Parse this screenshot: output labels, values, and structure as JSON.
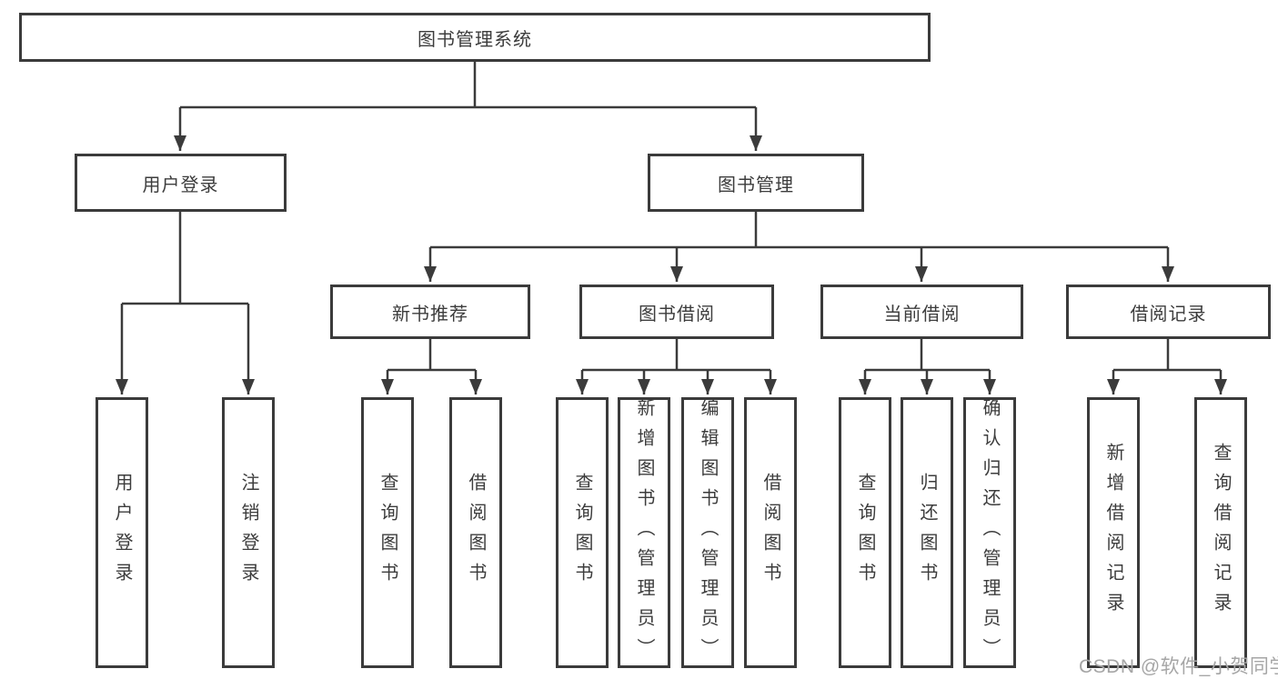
{
  "root": {
    "label": "图书管理系统"
  },
  "level2": {
    "user_login": "用户登录",
    "book_management": "图书管理"
  },
  "level3": {
    "new_book_recommend": "新书推荐",
    "book_borrow": "图书借阅",
    "current_borrow": "当前借阅",
    "borrow_records": "借阅记录"
  },
  "leaves": {
    "user_login": [
      "用户登录",
      "注销登录"
    ],
    "new_book_recommend": [
      "查询图书",
      "借阅图书"
    ],
    "book_borrow": [
      "查询图书",
      "新增图书（管理员）",
      "编辑图书（管理员）",
      "借阅图书"
    ],
    "current_borrow": [
      "查询图书",
      "归还图书",
      "确认归还（管理员）"
    ],
    "borrow_records": [
      "新增借阅记录",
      "查询借阅记录"
    ]
  },
  "watermark": "CSDN @软件_小贺同学",
  "colors": {
    "line": "#3b3b3b",
    "text": "#3c3c3c",
    "watermark": "#a6a6a6",
    "background": "#ffffff"
  }
}
